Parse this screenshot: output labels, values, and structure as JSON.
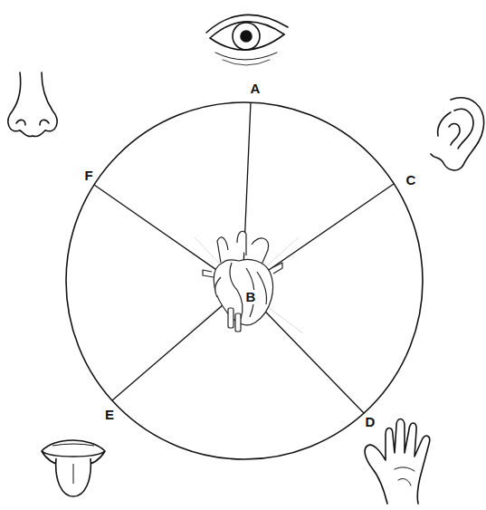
{
  "diagram": {
    "labels": [
      "A",
      "F",
      "C",
      "B",
      "E",
      "D"
    ]
  }
}
